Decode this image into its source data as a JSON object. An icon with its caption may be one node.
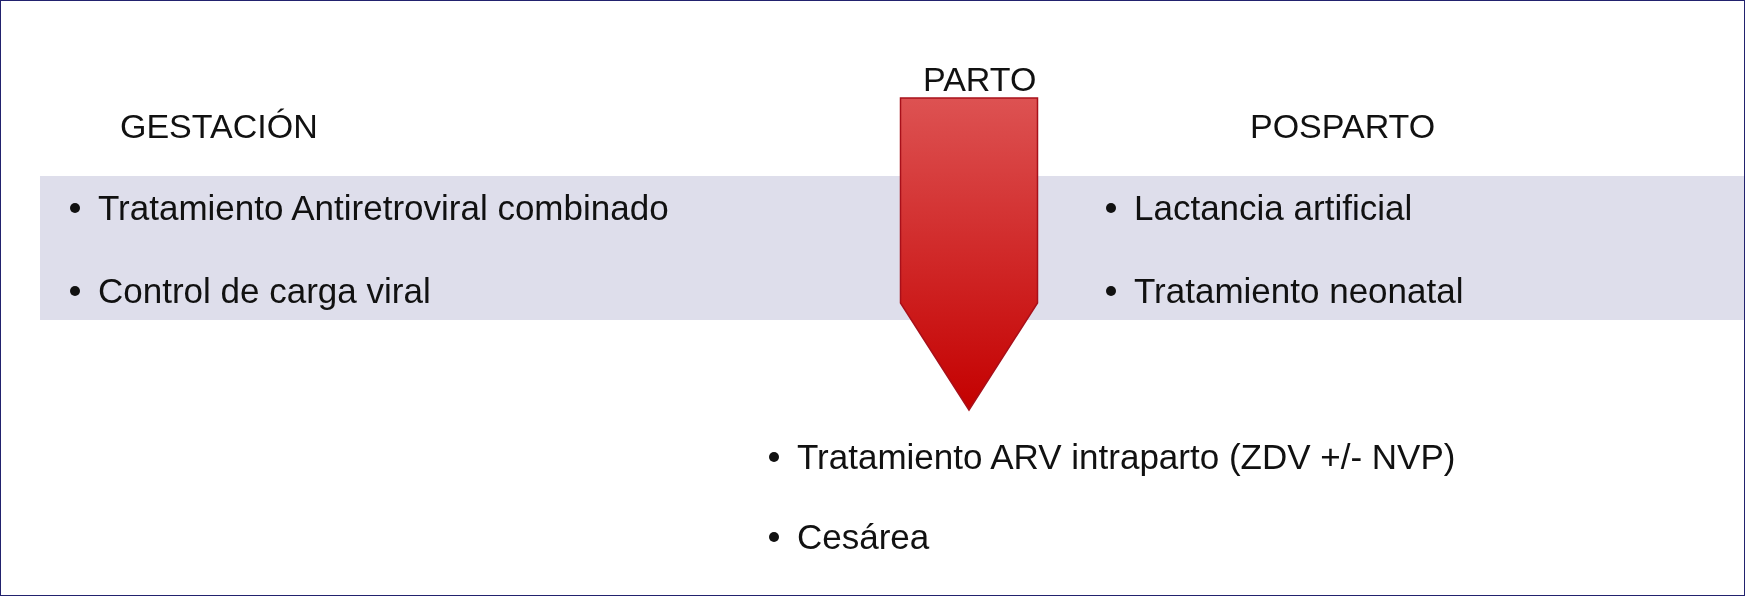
{
  "diagram": {
    "nodes": [
      {
        "text": [
          "Tratamiento Antiretroviral combinado",
          "Control de carga viral",
          "Lactancia artificial",
          "Tratamiento neonatal"
        ]
      },
      {
        "text": [
          "Tratamiento ARV intraparto (ZDV +/- NVP)",
          "Cesárea"
        ]
      }
    ],
    "edges": [
      {
        "from": null,
        "to": 1,
        "arrow": "to",
        "label": "PARTO",
        "style": "thick"
      }
    ],
    "labels": [
      "GESTACIÓN",
      "POSPARTO"
    ]
  }
}
